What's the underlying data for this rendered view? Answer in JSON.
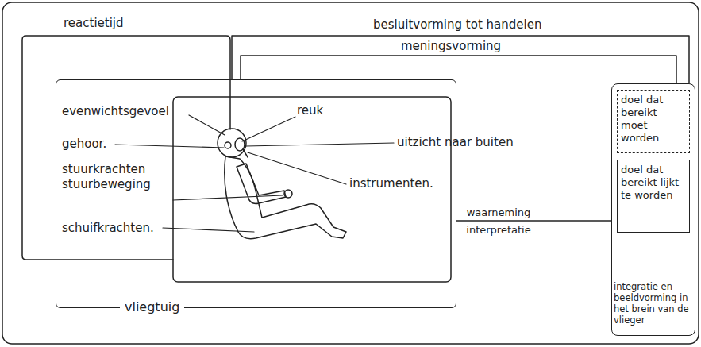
{
  "diagram": {
    "nodes": [
      {
        "text": [
          "vliegtuig"
        ]
      },
      {
        "text": [
          "integratie en beeldvorming in het brein van de vlieger"
        ]
      },
      {
        "text": [
          "doel dat bereikt moet worden"
        ],
        "in": 1
      },
      {
        "text": [
          "doel dat bereikt lijkt te worden"
        ],
        "in": 1
      }
    ],
    "edges": [
      {
        "from": 0,
        "to": 1,
        "label": "waarneming interpretatie",
        "arrow": "none"
      },
      {
        "from": 1,
        "to": 0,
        "label": "besluitvorming tot handelen",
        "arrow": "none"
      },
      {
        "from": 1,
        "to": 0,
        "label": "meningsvorming",
        "arrow": "none"
      }
    ],
    "labels": [
      "reactietijd",
      "evenwichtsgevoel",
      "gehoor.",
      "reuk",
      "uitzicht naar buiten",
      "instrumenten.",
      "stuurkrachten stuurbeweging",
      "schuifkrachten."
    ]
  }
}
